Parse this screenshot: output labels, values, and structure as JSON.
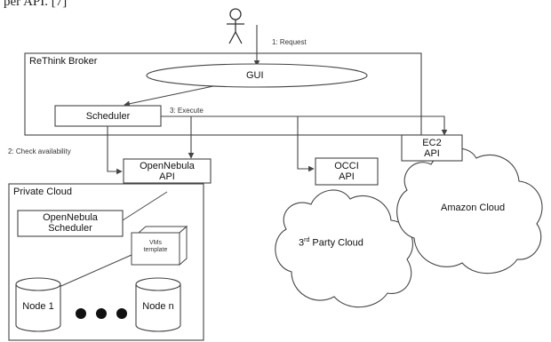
{
  "caption_fragment": "per API. [7]",
  "broker": {
    "title": "ReThink Broker",
    "gui": "GUI",
    "scheduler": "Scheduler"
  },
  "edges": {
    "request": "1: Request",
    "execute": "3: Execute",
    "check": "2: Check availability"
  },
  "apis": {
    "opennebula": [
      "OpenNebula",
      "API"
    ],
    "occi": [
      "OCCI",
      "API"
    ],
    "ec2": [
      "EC2",
      "API"
    ]
  },
  "private_cloud": {
    "title": "Private Cloud",
    "scheduler": [
      "OpenNebula",
      "Scheduler"
    ],
    "vm_template": [
      "VMs",
      "template"
    ],
    "node_first": "Node 1",
    "node_last": "Node n"
  },
  "clouds": {
    "third_party": {
      "prefix": "3",
      "sup": "rd",
      "rest": " Party Cloud"
    },
    "amazon": "Amazon  Cloud"
  }
}
